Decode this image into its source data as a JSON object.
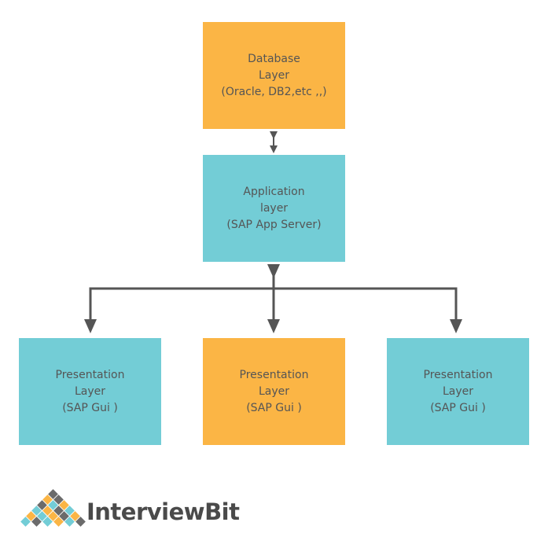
{
  "nodes": {
    "database": {
      "line1": "Database",
      "line2": "Layer",
      "line3": "(Oracle, DB2,etc ,,)"
    },
    "application": {
      "line1": "Application",
      "line2": "layer",
      "line3": "(SAP App Server)"
    },
    "presentation_left": {
      "line1": "Presentation",
      "line2": "Layer",
      "line3": "(SAP Gui )"
    },
    "presentation_center": {
      "line1": "Presentation",
      "line2": "Layer",
      "line3": "(SAP Gui )"
    },
    "presentation_right": {
      "line1": "Presentation",
      "line2": "Layer",
      "line3": "(SAP Gui )"
    }
  },
  "edges": [
    {
      "from": "database",
      "to": "application",
      "type": "bidirectional"
    },
    {
      "from": "application",
      "to": "presentation_left",
      "type": "directed"
    },
    {
      "from": "application",
      "to": "presentation_center",
      "type": "bidirectional"
    },
    {
      "from": "application",
      "to": "presentation_right",
      "type": "directed"
    }
  ],
  "colors": {
    "database": "#fbb545",
    "application": "#73cdd6",
    "presentation_left": "#73cdd6",
    "presentation_center": "#fbb545",
    "presentation_right": "#73cdd6",
    "connector": "#555555"
  },
  "logo": {
    "text": "InterviewBit"
  }
}
